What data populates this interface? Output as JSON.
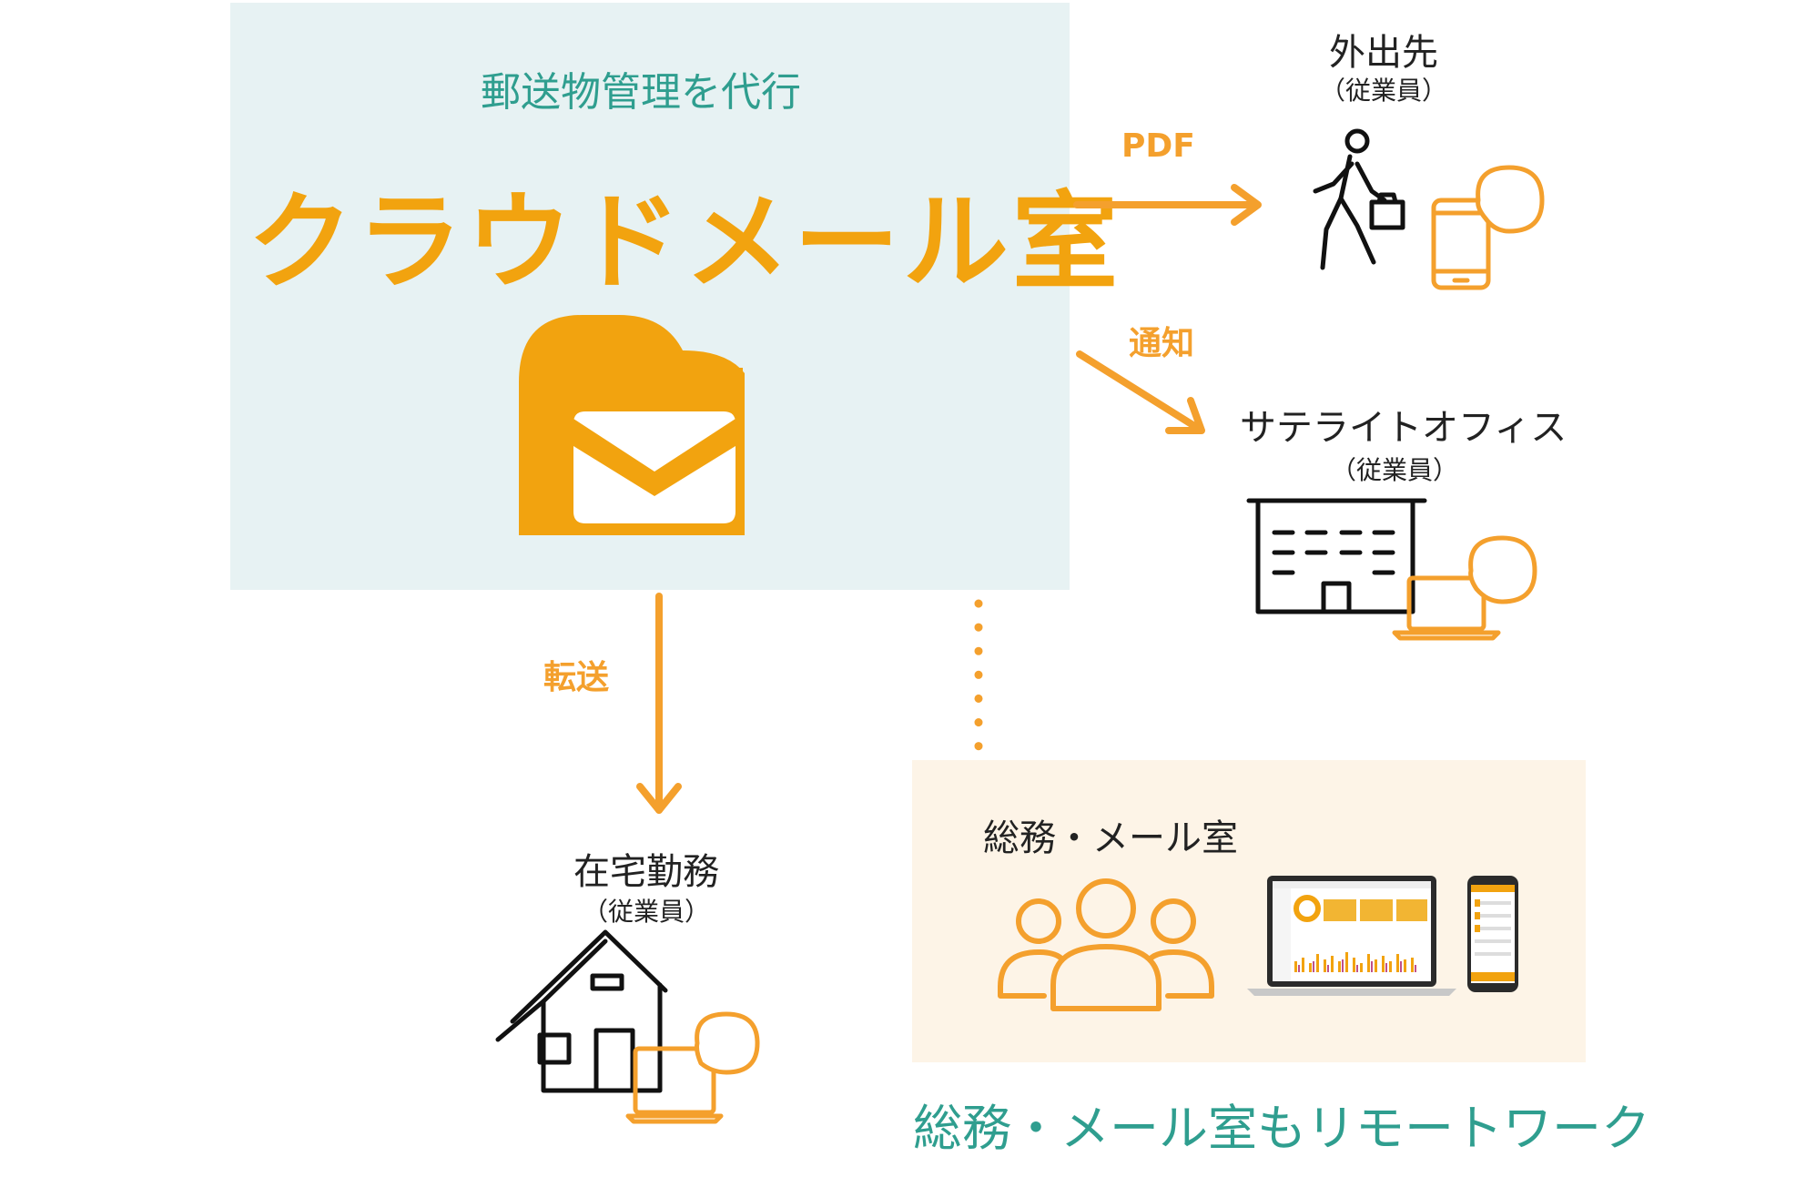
{
  "main_box": {
    "subtitle": "郵送物管理を代行",
    "brand": "クラウドメール室"
  },
  "flows": {
    "pdf": "PDF",
    "notify": "通知",
    "forward": "転送"
  },
  "nodes": {
    "outside": {
      "title": "外出先",
      "sub": "（従業員）"
    },
    "satellite": {
      "title": "サテライトオフィス",
      "sub": "（従業員）"
    },
    "home": {
      "title": "在宅勤務",
      "sub": "（従業員）"
    },
    "general_affairs": {
      "title": "総務・メール室"
    }
  },
  "tagline": "総務・メール室もリモートワーク",
  "colors": {
    "accent_orange": "#f2a30f",
    "arrow_orange": "#f4a02d",
    "teal_text": "#2f9e8f",
    "panel_teal": "#e7f2f3",
    "panel_cream": "#fdf4e7"
  },
  "icons": [
    "mailbox-icon",
    "walking-person-icon",
    "smartphone-chat-icon",
    "office-building-icon",
    "laptop-chat-icon",
    "house-icon",
    "tablet-chat-icon",
    "people-group-icon",
    "laptop-dashboard-icon",
    "phone-dashboard-icon"
  ]
}
